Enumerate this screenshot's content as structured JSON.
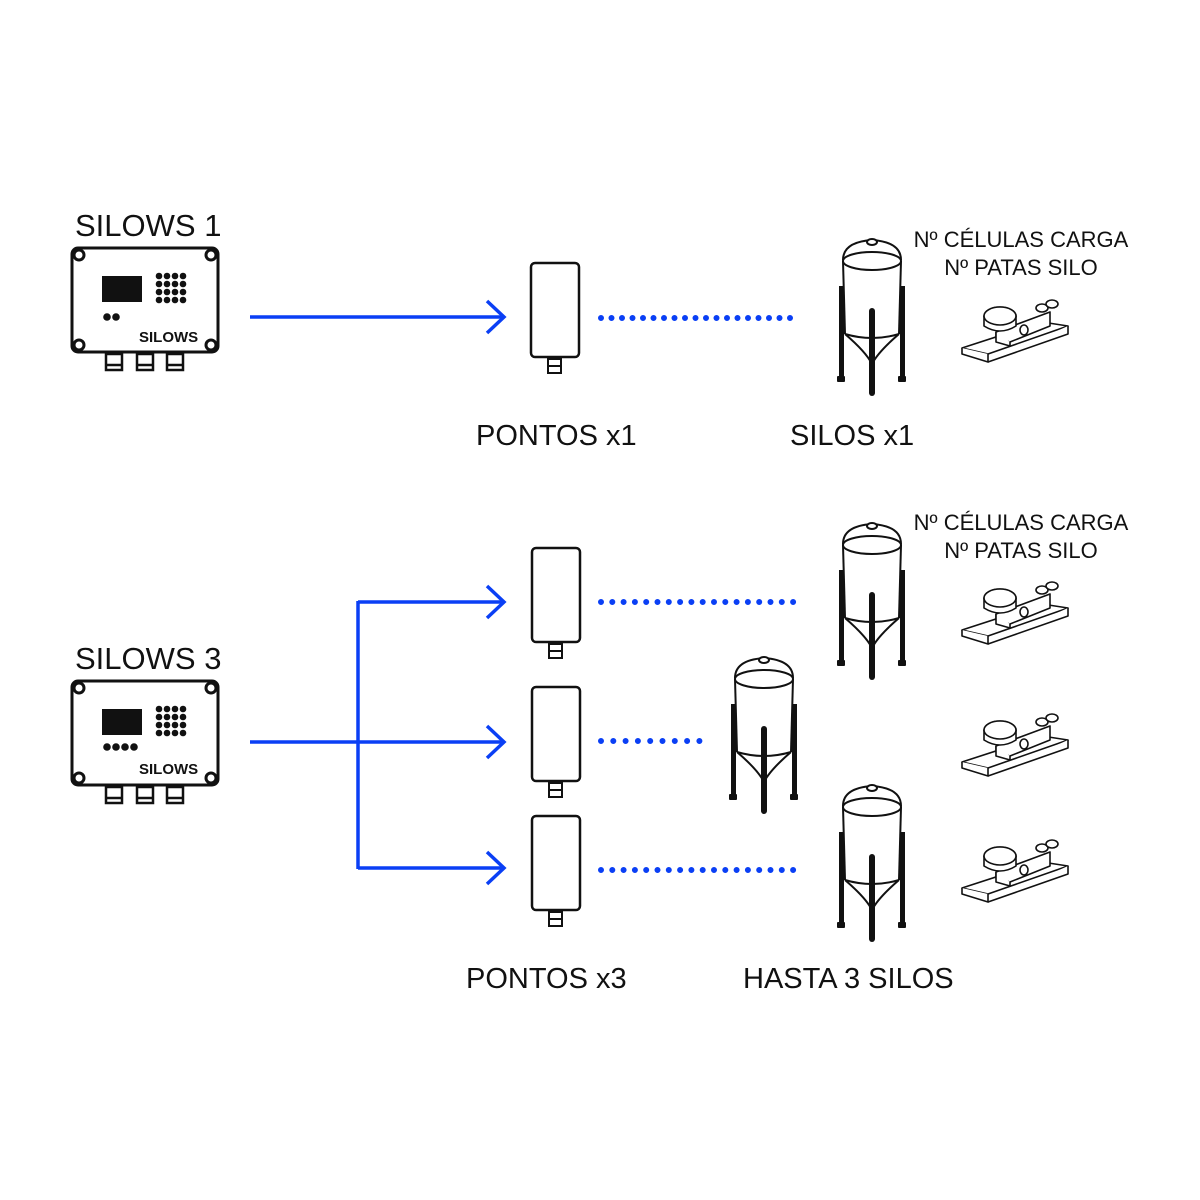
{
  "colors": {
    "connector": "#0a3ff5",
    "ink": "#111111",
    "background": "#ffffff"
  },
  "section1": {
    "device_title": "SILOWS 1",
    "device_label": "SILOWS",
    "device_leds": 2,
    "pontos_caption": "PONTOS x1",
    "silos_caption": "SILOS x1",
    "loadcell_note_line1": "Nº CÉLULAS CARGA",
    "loadcell_note_line2": "Nº PATAS SILO"
  },
  "section2": {
    "device_title": "SILOWS 3",
    "device_label": "SILOWS",
    "device_leds": 4,
    "pontos_caption": "PONTOS x3",
    "silos_caption": "HASTA 3 SILOS",
    "loadcell_note_line1": "Nº CÉLULAS CARGA",
    "loadcell_note_line2": "Nº PATAS SILO"
  },
  "icons": [
    "controller-device-icon",
    "pontos-transmitter-icon",
    "silo-icon",
    "load-cell-icon"
  ]
}
